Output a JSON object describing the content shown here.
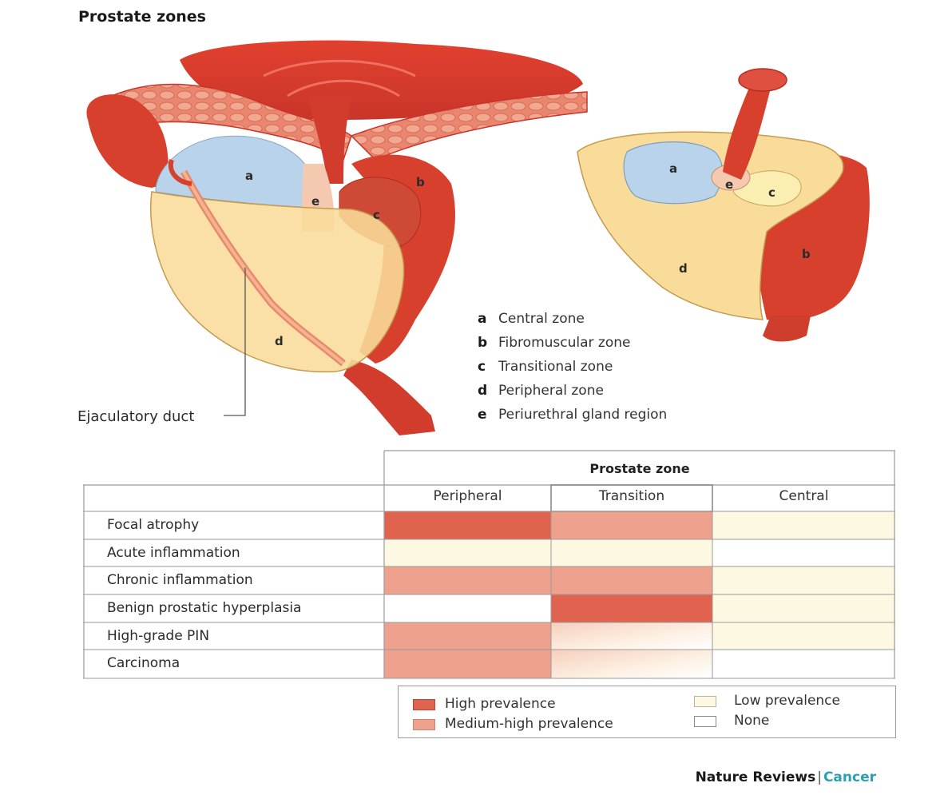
{
  "title": "Prostate zones",
  "zone_letters": [
    "a",
    "b",
    "c",
    "d",
    "e"
  ],
  "legend": [
    {
      "key": "a",
      "label": "Central zone"
    },
    {
      "key": "b",
      "label": "Fibromuscular zone"
    },
    {
      "key": "c",
      "label": "Transitional zone"
    },
    {
      "key": "d",
      "label": "Peripheral zone"
    },
    {
      "key": "e",
      "label": "Periurethral gland region"
    }
  ],
  "duct_label": "Ejaculatory duct",
  "table": {
    "header": "Prostate zone",
    "columns": [
      "Peripheral",
      "Transition",
      "Central"
    ],
    "rows": [
      {
        "label": "Focal atrophy",
        "values": [
          "high",
          "medium-high",
          "low"
        ]
      },
      {
        "label": "Acute inflammation",
        "values": [
          "low",
          "low",
          "none"
        ]
      },
      {
        "label": "Chronic inflammation",
        "values": [
          "medium-high",
          "medium-high",
          "low"
        ]
      },
      {
        "label": "Benign prostatic hyperplasia",
        "values": [
          "none",
          "high",
          "low"
        ]
      },
      {
        "label": "High-grade PIN",
        "values": [
          "medium-high",
          "low-gradient",
          "low"
        ]
      },
      {
        "label": "Carcinoma",
        "values": [
          "medium-high",
          "low-gradient",
          "none"
        ]
      }
    ]
  },
  "prevalence_legend": {
    "high": "High prevalence",
    "medium_high": "Medium-high prevalence",
    "low": "Low prevalence",
    "none": "None"
  },
  "colors": {
    "high": "#e06350",
    "medium_high": "#eea28e",
    "low": "#fdf8e1",
    "none": "#ffffff",
    "grid": "#9a9a9a",
    "cancer_accent": "#2aa0b0"
  },
  "footer": {
    "journal": "Nature Reviews",
    "section": "Cancer"
  }
}
